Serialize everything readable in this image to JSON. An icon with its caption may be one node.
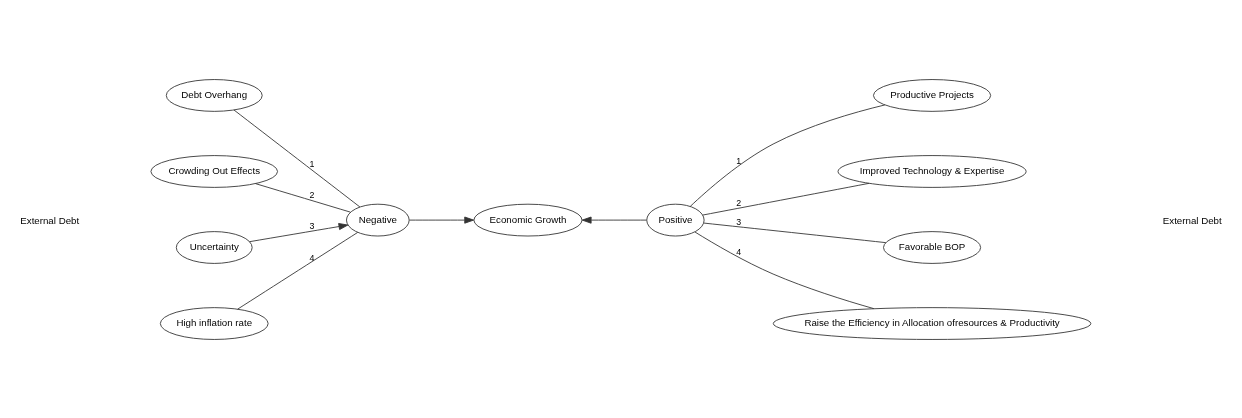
{
  "diagram": {
    "nodes": [
      {
        "text": [
          "Debt Overhang"
        ]
      },
      {
        "text": [
          "Productive Projects"
        ]
      },
      {
        "text": [
          "Crowding Out Effects"
        ]
      },
      {
        "text": [
          "Improved Technology & Expertise"
        ]
      },
      {
        "text": [
          "Negative"
        ]
      },
      {
        "text": [
          "Economic Growth"
        ]
      },
      {
        "text": [
          "Positive"
        ]
      },
      {
        "text": [
          "Uncertainty"
        ]
      },
      {
        "text": [
          "Favorable BOP"
        ]
      },
      {
        "text": [
          "High inflation rate"
        ]
      },
      {
        "text": [
          "Raise the Efficiency in Allocation ofresources & Productivity"
        ]
      }
    ],
    "edges": [
      {
        "from": 0,
        "to": 4,
        "arrow": "none",
        "label": "1"
      },
      {
        "from": 2,
        "to": 4,
        "arrow": "none",
        "label": "2"
      },
      {
        "from": 7,
        "to": 4,
        "arrow": "to",
        "label": "3"
      },
      {
        "from": 9,
        "to": 4,
        "arrow": "none",
        "label": "4"
      },
      {
        "from": 4,
        "to": 5,
        "arrow": "to"
      },
      {
        "from": 6,
        "to": 5,
        "arrow": "to"
      },
      {
        "from": 1,
        "to": 6,
        "arrow": "none",
        "label": "1"
      },
      {
        "from": 3,
        "to": 6,
        "arrow": "none",
        "label": "2"
      },
      {
        "from": 8,
        "to": 6,
        "arrow": "none",
        "label": "3"
      },
      {
        "from": 10,
        "to": 6,
        "arrow": "none",
        "label": "4"
      }
    ],
    "labels": [
      "External Debt",
      "External Debt"
    ]
  }
}
